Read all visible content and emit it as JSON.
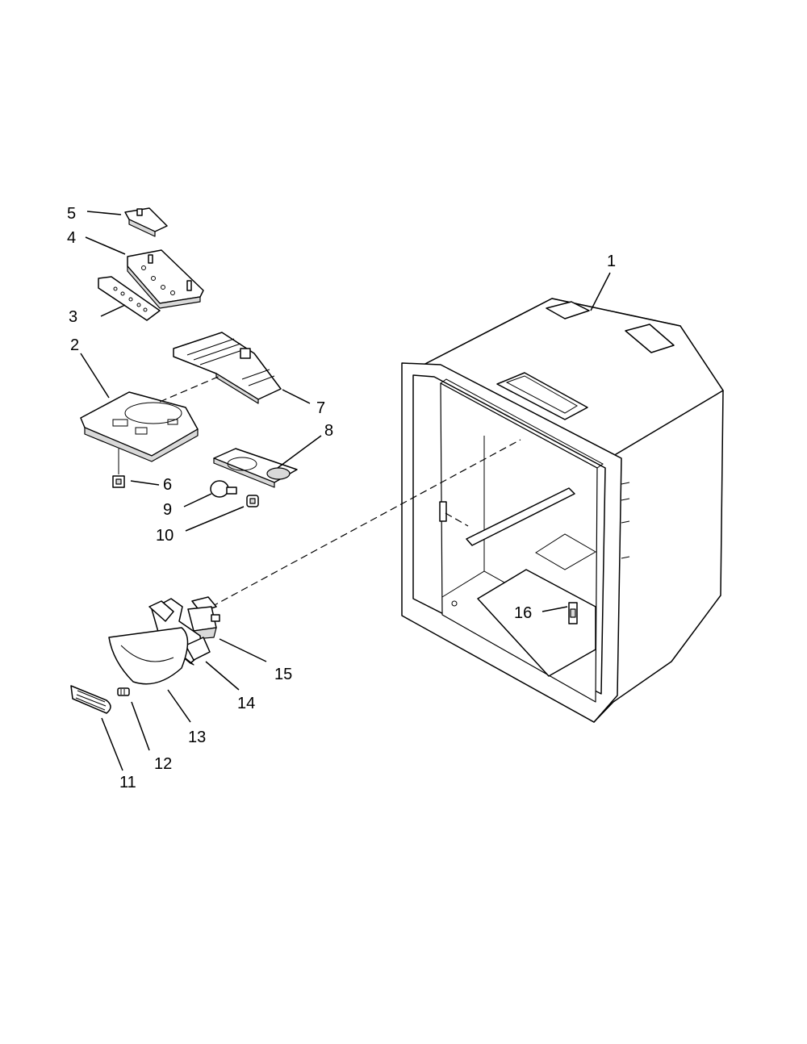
{
  "callouts": [
    {
      "id": "c1",
      "label": "1",
      "part": "liner"
    },
    {
      "id": "c2",
      "label": "2",
      "part": "light-housing"
    },
    {
      "id": "c3",
      "label": "3",
      "part": "control-overlay"
    },
    {
      "id": "c4",
      "label": "4",
      "part": "control-housing"
    },
    {
      "id": "c5",
      "label": "5",
      "part": "control-bracket"
    },
    {
      "id": "c6",
      "label": "6",
      "part": "light-socket"
    },
    {
      "id": "c7",
      "label": "7",
      "part": "light-shield"
    },
    {
      "id": "c8",
      "label": "8",
      "part": "light-cover"
    },
    {
      "id": "c9",
      "label": "9",
      "part": "light-bulb"
    },
    {
      "id": "c10",
      "label": "10",
      "part": "bulb-socket"
    },
    {
      "id": "c11",
      "label": "11",
      "part": "grille"
    },
    {
      "id": "c12",
      "label": "12",
      "part": "screw"
    },
    {
      "id": "c13",
      "label": "13",
      "part": "cover"
    },
    {
      "id": "c14",
      "label": "14",
      "part": "housing"
    },
    {
      "id": "c15",
      "label": "15",
      "part": "valve"
    },
    {
      "id": "c16",
      "label": "16",
      "part": "switch"
    }
  ]
}
